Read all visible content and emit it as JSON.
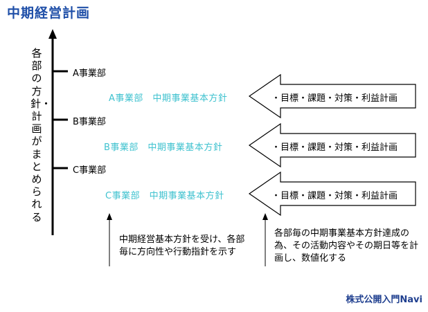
{
  "title": "中期経営計画",
  "vertical_label": "各部の方針・計画がまとめられる",
  "departments": [
    {
      "name": "A事業部",
      "policy": "A事業部　中期事業基本方針",
      "arrow_text": "・目標・課題・対策・利益計画"
    },
    {
      "name": "B事業部",
      "policy": "B事業部　中期事業基本方針",
      "arrow_text": "・目標・課題・対策・利益計画"
    },
    {
      "name": "C事業部",
      "policy": "C事業部　中期事業基本方針",
      "arrow_text": "・目標・課題・対策・利益計画"
    }
  ],
  "notes": {
    "left": "中期経営基本方針を受け、各部毎に方向性や行動指針を示す",
    "right": "各部毎の中期事業基本方針達成の為、その活動内容やその期日等を計画し、数値化する"
  },
  "brand": "株式公開入門Navi",
  "colors": {
    "title": "#1f4fa8",
    "policy": "#3fc2cf",
    "brand": "#1f3f8f"
  }
}
